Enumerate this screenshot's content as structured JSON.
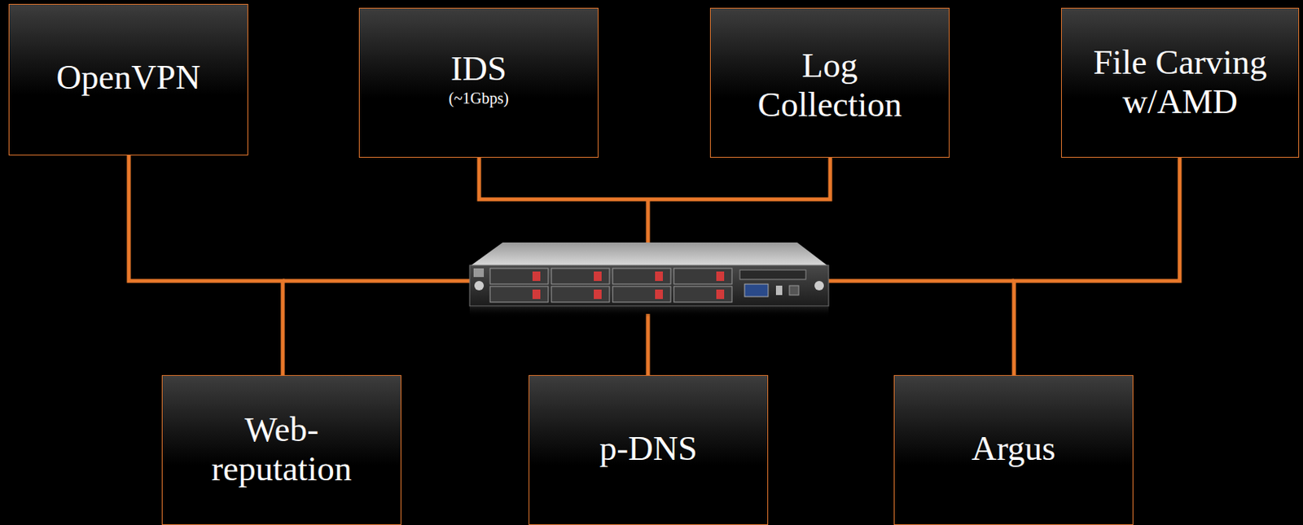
{
  "diagram": {
    "nodes": [
      {
        "text": [
          "OpenVPN"
        ]
      },
      {
        "text": [
          "IDS",
          "(~1Gbps)"
        ]
      },
      {
        "text": [
          "Log Collection"
        ]
      },
      {
        "text": [
          "File Carving w/AMD"
        ]
      },
      {
        "text": [
          "Web-reputation"
        ]
      },
      {
        "text": [
          "p-DNS"
        ]
      },
      {
        "text": [
          "Argus"
        ]
      }
    ],
    "edges": [
      {
        "from": 1,
        "to": 2,
        "arrow": "none"
      },
      {
        "from": 0,
        "to": 4,
        "arrow": "none"
      },
      {
        "from": 3,
        "to": 6,
        "arrow": "none"
      }
    ]
  }
}
